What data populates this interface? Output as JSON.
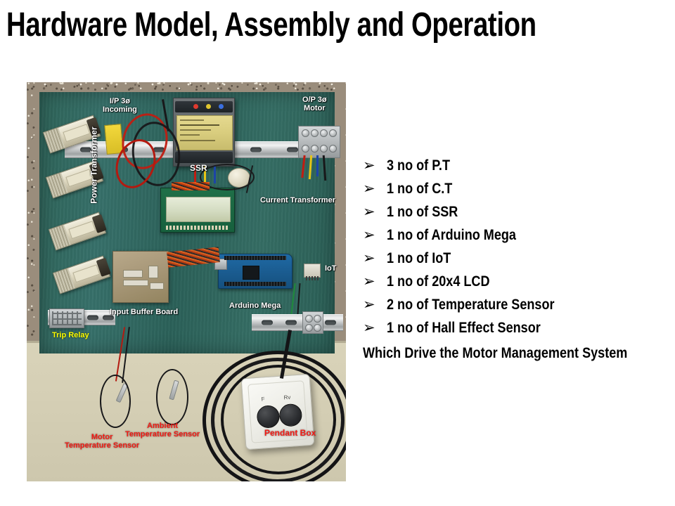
{
  "slide": {
    "title": "Hardware Model, Assembly and Operation",
    "background_color": "#ffffff",
    "title_color": "#000000"
  },
  "photo": {
    "description": "Photograph of an assembled motor management system hardware panel mounted on a green board, with a pendant box and temperature sensor probes laid on the bench below.",
    "annotation_colors": {
      "white": "#ffffff",
      "red": "#f31a14",
      "yellow": "#ffff00"
    },
    "annotations": [
      {
        "id": "input-supply",
        "text": "I/P 3ø\nIncoming",
        "color": "white"
      },
      {
        "id": "output-motor",
        "text": "O/P 3ø\nMotor",
        "color": "white"
      },
      {
        "id": "ssr",
        "text": "SSR",
        "color": "white"
      },
      {
        "id": "current-transformer",
        "text": "Current Transformer",
        "color": "white"
      },
      {
        "id": "power-transformer",
        "text": "Power Transformer",
        "color": "white"
      },
      {
        "id": "input-buffer-board",
        "text": "Input Buffer  Board",
        "color": "white"
      },
      {
        "id": "arduino-mega",
        "text": "Arduino Mega",
        "color": "white"
      },
      {
        "id": "iot",
        "text": "IoT",
        "color": "white"
      },
      {
        "id": "trip-relay",
        "text": "Trip Relay",
        "color": "yellow"
      },
      {
        "id": "motor-temp-sensor",
        "text": "Motor\nTemperature Sensor",
        "color": "red"
      },
      {
        "id": "ambient-temp-sensor",
        "text": "Ambient\nTemperature Sensor",
        "color": "red"
      },
      {
        "id": "pendant-box",
        "text": "Pendant Box",
        "color": "red"
      }
    ],
    "labels": {
      "input_supply_line1": "I/P 3ø",
      "input_supply_line2": "Incoming",
      "output_motor_line1": "O/P 3ø",
      "output_motor_line2": "Motor",
      "ssr": "SSR",
      "current_transformer": "Current Transformer",
      "power_transformer": "Power Transformer",
      "input_buffer_board": "Input Buffer  Board",
      "arduino_mega": "Arduino Mega",
      "iot": "IoT",
      "trip_relay": "Trip Relay",
      "motor_temp_line1": "Motor",
      "motor_temp_line2": "Temperature Sensor",
      "ambient_temp_line1": "Ambient",
      "ambient_temp_line2": "Temperature Sensor",
      "pendant_box": "Pendant Box",
      "pendant_button_forward": "F",
      "pendant_button_reverse": "Rv"
    }
  },
  "bullets": {
    "marker": "➢",
    "items": [
      {
        "text": "3 no of P.T"
      },
      {
        "text": "1 no of C.T"
      },
      {
        "text": "1 no of SSR"
      },
      {
        "text": "1 no of Arduino Mega"
      },
      {
        "text": "1 no of IoT"
      },
      {
        "text": "1 no of 20x4 LCD"
      },
      {
        "text": "2 no of Temperature Sensor"
      },
      {
        "text": "1 no of Hall Effect Sensor"
      }
    ],
    "footer": "Which Drive the Motor Management System"
  }
}
